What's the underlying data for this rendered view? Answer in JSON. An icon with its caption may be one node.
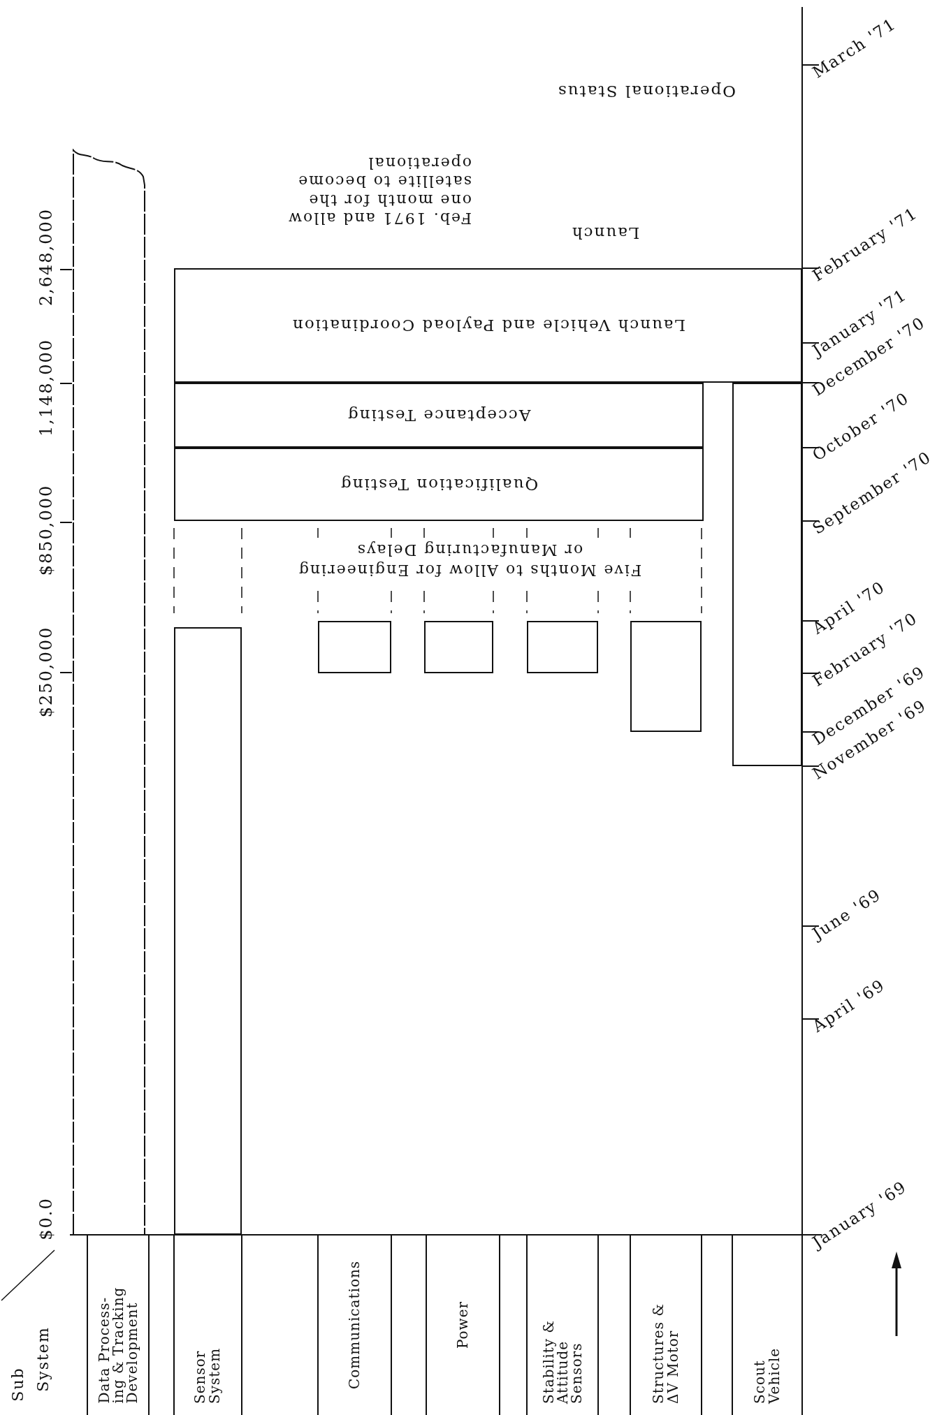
{
  "diagram": {
    "nodes": [
      {
        "text": [],
        "shape": "bar"
      },
      {
        "text": [
          "Launch Vehicle and Payload Coordination"
        ]
      },
      {
        "text": [
          "Acceptance Testing"
        ]
      },
      {
        "text": [],
        "shape": "bar"
      },
      {
        "text": [
          "Qualification Testing"
        ]
      },
      {
        "text": [],
        "shape": "bar"
      },
      {
        "text": [],
        "shape": "bar"
      },
      {
        "text": [],
        "shape": "bar"
      },
      {
        "text": [],
        "shape": "bar"
      },
      {
        "text": [],
        "shape": "bar"
      }
    ],
    "labels": [
      "Operational Status",
      "March '71",
      "Feb. 1971 and allow one month for the satellite to become operational",
      "Launch",
      "2,648,000",
      "February '71",
      "1,148,000",
      "January '71",
      "December '70",
      "October '70",
      "$850,000",
      "September '70",
      "Five Months to Allow for Engineering or Manufacturing Delays",
      "April '70",
      "$250,000",
      "February '70",
      "December '69",
      "November '69",
      "June '69",
      "April '69",
      "$0.0",
      "January '69",
      "Sub",
      "System",
      "Data Process- ing & Tracking Development",
      "Sensor System",
      "Communications",
      "Power",
      "Stability & Attitude Sensors",
      "Structures & ΔV Motor",
      "Scout Vehicle"
    ]
  }
}
